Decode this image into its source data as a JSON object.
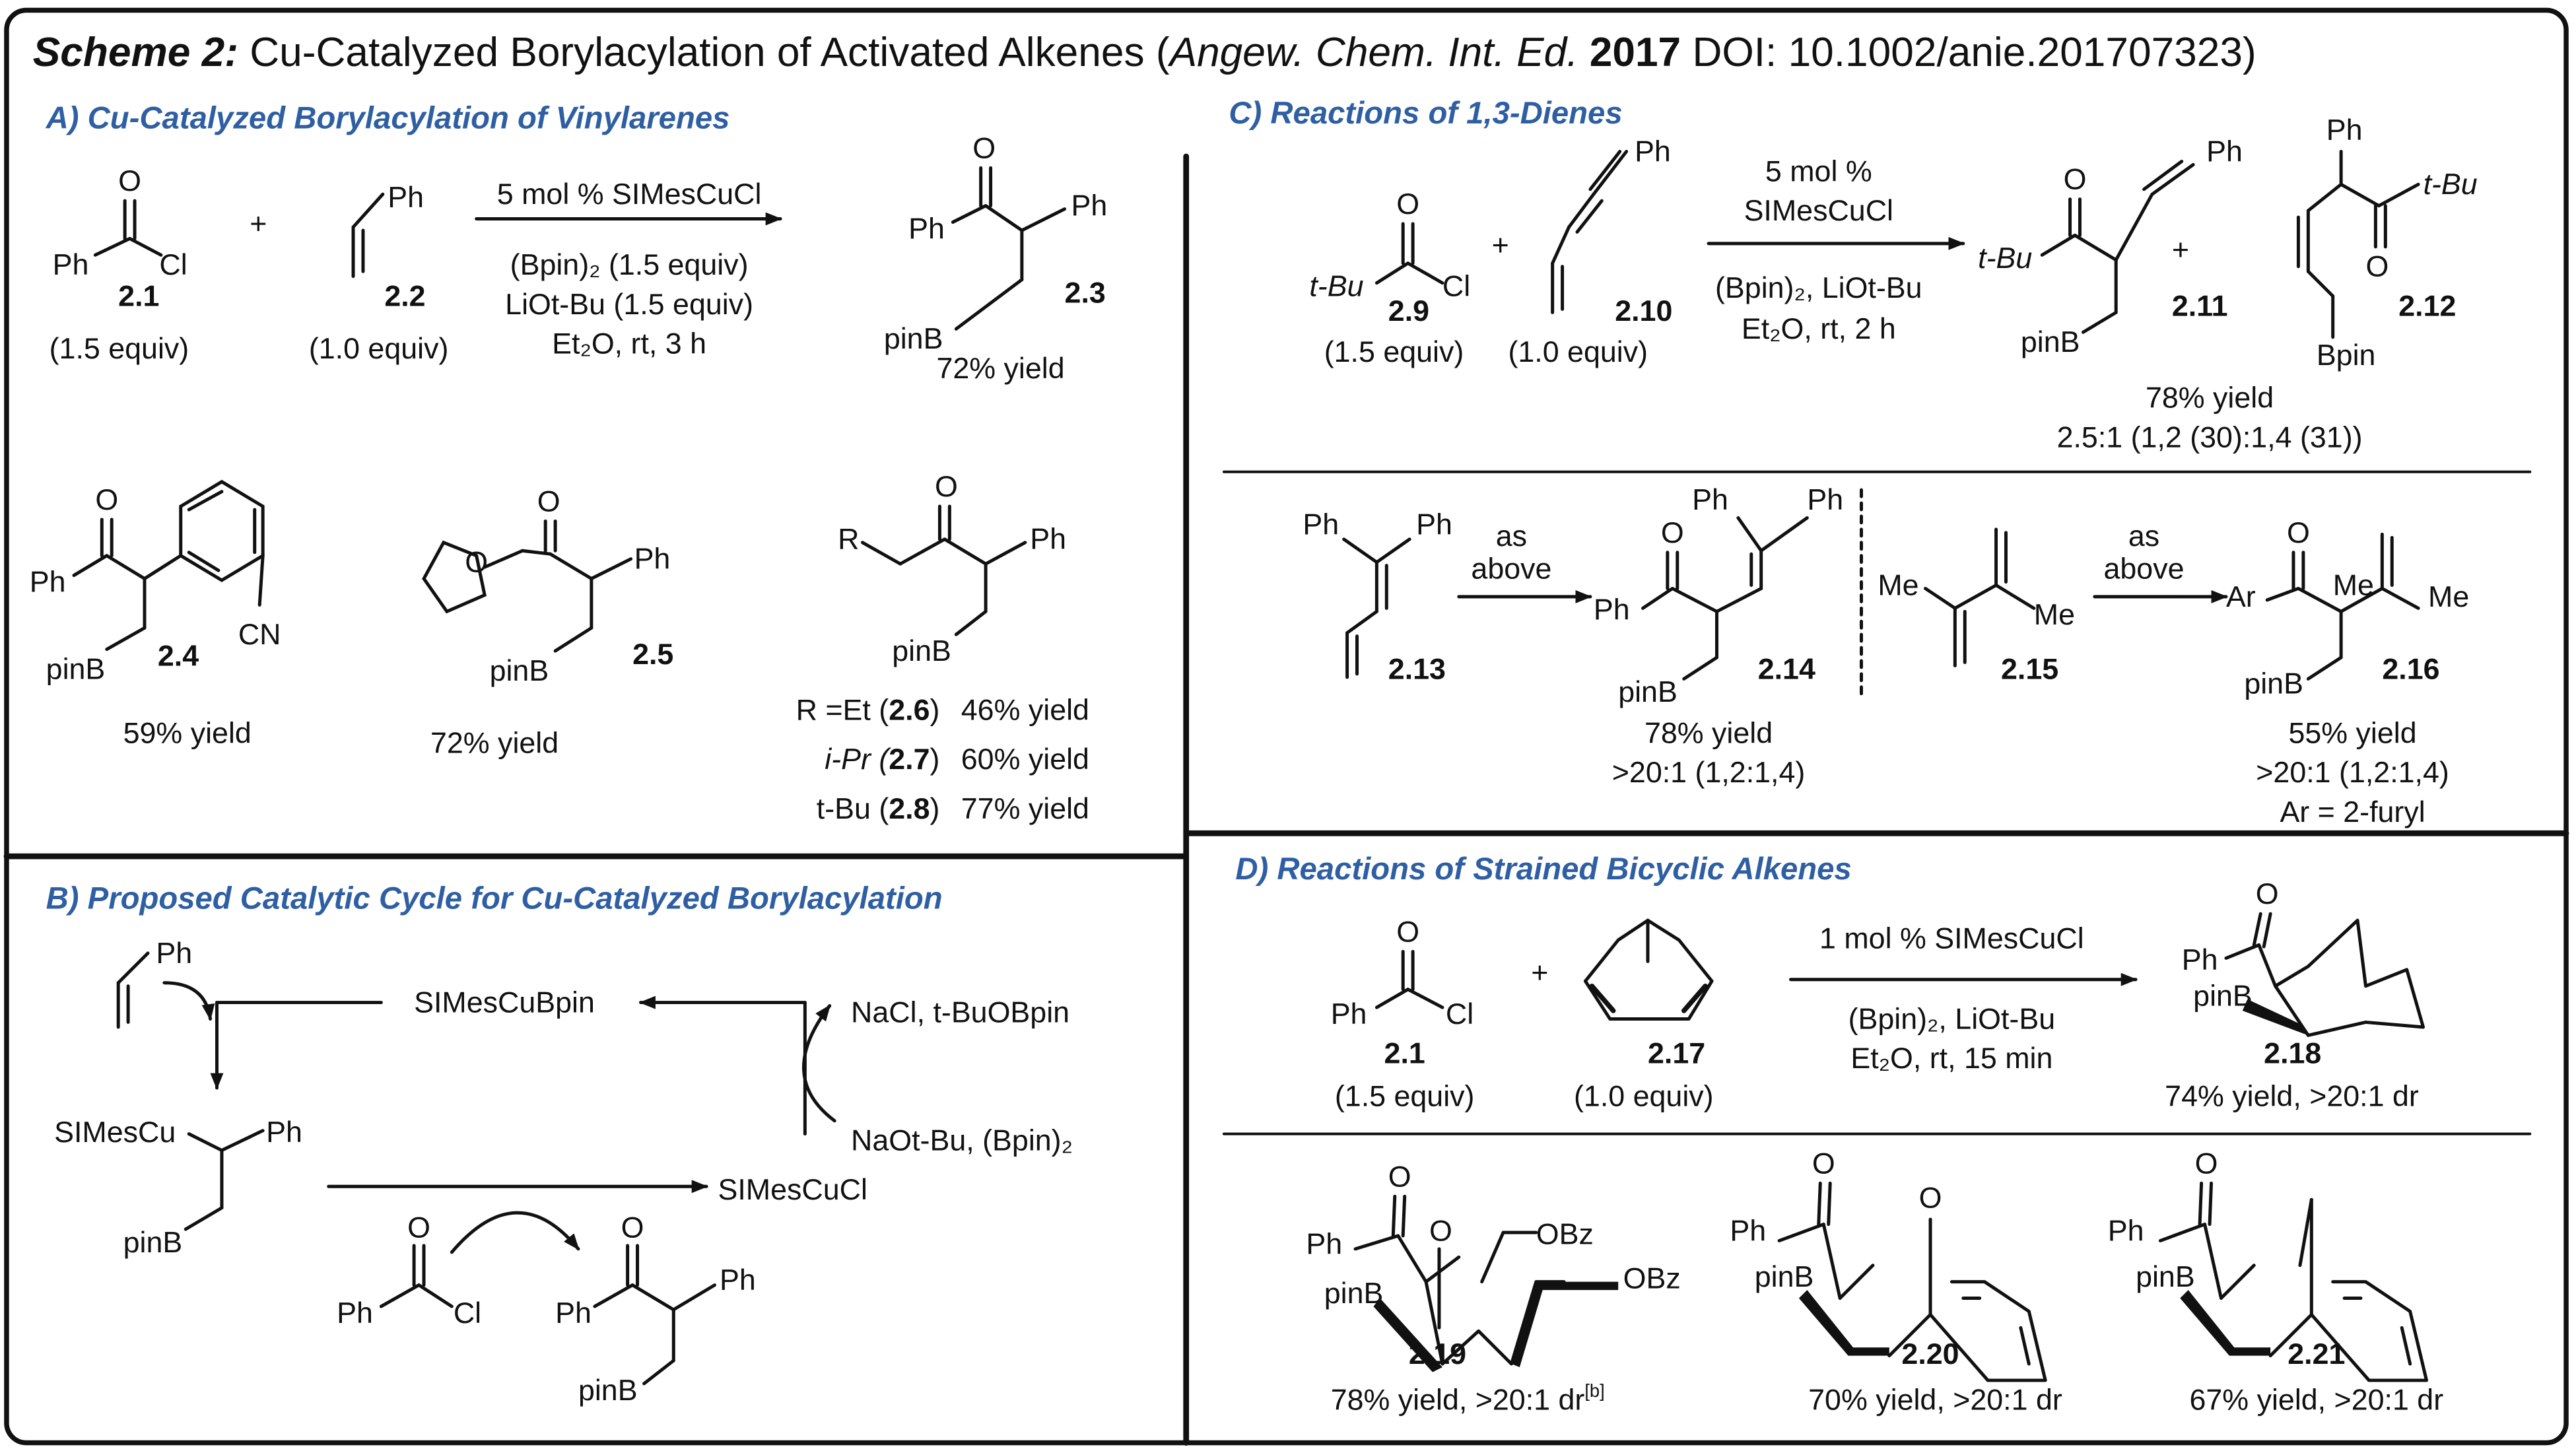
{
  "title": {
    "scheme": "Scheme 2:",
    "text": " Cu-Catalyzed Borylacylation of Activated Alkenes (",
    "journal": "Angew. Chem. Int. Ed.",
    "year": " 2017",
    "doi": " DOI: 10.1002/anie.201707323)"
  },
  "sectionA": {
    "heading": "A) Cu-Catalyzed Borylacylation of Vinylarenes",
    "reagent1": {
      "o": "O",
      "ph": "Ph",
      "cl": "Cl",
      "id": "2.1",
      "equiv": "(1.5 equiv)"
    },
    "plus": "+",
    "reagent2": {
      "ph": "Ph",
      "id": "2.2",
      "equiv": "(1.0 equiv)"
    },
    "conditions": [
      "5 mol % SIMesCuCl",
      "(Bpin)₂ (1.5 equiv)",
      "LiOt-Bu (1.5 equiv)",
      "Et₂O, rt, 3 h"
    ],
    "product": {
      "o": "O",
      "ph1": "Ph",
      "ph2": "Ph",
      "pinb": "pinB",
      "id": "2.3",
      "yield": "72% yield"
    },
    "p24": {
      "o": "O",
      "ph": "Ph",
      "cn": "CN",
      "pinb": "pinB",
      "id": "2.4",
      "yield": "59% yield"
    },
    "p25": {
      "o": "O",
      "ph": "Ph",
      "pinb": "pinB",
      "id": "2.5",
      "yield": "72% yield"
    },
    "p26": {
      "r": "R",
      "o": "O",
      "ph": "Ph",
      "pinb": "pinB",
      "rows": [
        {
          "r": "R =Et (",
          "id": "2.6",
          "close": ")",
          "yield": "46% yield"
        },
        {
          "r": "i-Pr (",
          "id": "2.7",
          "close": ")",
          "yield": "60% yield"
        },
        {
          "r": "t-Bu (",
          "id": "2.8",
          "close": ")",
          "yield": "77% yield"
        }
      ]
    }
  },
  "sectionB": {
    "heading": "B) Proposed Catalytic Cycle for Cu-Catalyzed Borylacylation",
    "ph": "Ph",
    "cuBpin": "SIMesCuBpin",
    "byproducts": "NaCl, t-BuOBpin",
    "reagents": "NaOt-Bu, (Bpin)₂",
    "cuCl": "SIMesCuCl",
    "intermediate": {
      "cu": "SIMesCu",
      "ph": "Ph",
      "pinb": "pinB"
    },
    "acylCl": {
      "o": "O",
      "ph": "Ph",
      "cl": "Cl"
    },
    "product": {
      "o": "O",
      "ph1": "Ph",
      "ph2": "Ph",
      "pinb": "pinB"
    }
  },
  "sectionC": {
    "heading": "C) Reactions of 1,3-Dienes",
    "reagent1": {
      "o": "O",
      "tbu": "t-Bu",
      "cl": "Cl",
      "id": "2.9",
      "equiv": "(1.5 equiv)"
    },
    "plus": "+",
    "reagent2": {
      "ph": "Ph",
      "id": "2.10",
      "equiv": "(1.0 equiv)"
    },
    "conditions": [
      "5 mol %",
      "SIMesCuCl",
      "(Bpin)₂, LiOt-Bu",
      "Et₂O, rt, 2 h"
    ],
    "p211": {
      "o": "O",
      "tbu": "t-Bu",
      "ph": "Ph",
      "pinb": "pinB",
      "id": "2.11"
    },
    "plus2": "+",
    "p212": {
      "ph": "Ph",
      "tbu": "t-Bu",
      "o": "O",
      "bpin": "Bpin",
      "id": "2.12"
    },
    "yield": "78% yield",
    "ratio": "2.5:1 (1,2 (30):1,4 (31))",
    "s213": {
      "ph1": "Ph",
      "ph2": "Ph",
      "id": "2.13",
      "arrow1": "as",
      "arrow2": "above"
    },
    "p214": {
      "o": "O",
      "ph1": "Ph",
      "ph2": "Ph",
      "ph3": "Ph",
      "pinb": "pinB",
      "id": "2.14",
      "yield": "78% yield",
      "ratio": ">20:1 (1,2:1,4)"
    },
    "s215": {
      "me1": "Me",
      "me2": "Me",
      "id": "2.15",
      "arrow1": "as",
      "arrow2": "above"
    },
    "p216": {
      "o": "O",
      "me1": "Me",
      "me2": "Me",
      "ar": "Ar",
      "pinb": "pinB",
      "id": "2.16",
      "yield": "55% yield",
      "ratio": ">20:1 (1,2:1,4)",
      "note": "Ar = 2-furyl"
    }
  },
  "sectionD": {
    "heading": "D) Reactions of Strained Bicyclic Alkenes",
    "reagent1": {
      "o": "O",
      "ph": "Ph",
      "cl": "Cl",
      "id": "2.1",
      "equiv": "(1.5 equiv)"
    },
    "plus": "+",
    "reagent2": {
      "id": "2.17",
      "equiv": "(1.0 equiv)"
    },
    "conditions": [
      "1 mol % SIMesCuCl",
      "(Bpin)₂, LiOt-Bu",
      "Et₂O, rt, 15 min"
    ],
    "p218": {
      "o": "O",
      "ph": "Ph",
      "pinb": "pinB",
      "id": "2.18",
      "yield": "74% yield, >20:1 dr"
    },
    "p219": {
      "o1": "O",
      "o2": "O",
      "ph": "Ph",
      "pinb": "pinB",
      "obz1": "OBz",
      "obz2": "OBz",
      "id": "2.19",
      "yield": "78% yield, >20:1 dr",
      "footnote": "[b]"
    },
    "p220": {
      "o1": "O",
      "o2": "O",
      "ph": "Ph",
      "pinb": "pinB",
      "id": "2.20",
      "yield": "70% yield, >20:1 dr"
    },
    "p221": {
      "o": "O",
      "ph": "Ph",
      "pinb": "pinB",
      "id": "2.21",
      "yield": "67% yield, >20:1 dr"
    }
  }
}
